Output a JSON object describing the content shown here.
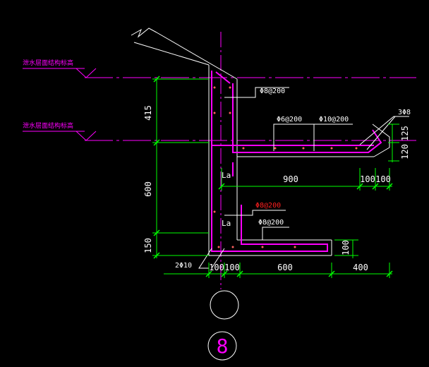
{
  "colors": {
    "background": "#000000",
    "outline": "#ffffff",
    "concrete": "#ff00ff",
    "rebar": "#ff00ff",
    "dimension": "#00ff00",
    "label_text": "#ffffff",
    "highlight_text": "#ff2020",
    "level_text": "#ff00ff"
  },
  "levels": {
    "upper": "泄水层面结构标高",
    "lower": "泄水层面结构标高"
  },
  "rebar_labels": {
    "top_wall": "Φ8@200",
    "beam_distribution": "Φ6@200",
    "beam_main": "Φ10@200",
    "corner_bars": "3Φ8",
    "lower_wall": "Φ8@200",
    "lower_slab": "Φ8@200",
    "bottom_bars": "2Φ10"
  },
  "anchor_labels": {
    "upper": "La",
    "lower": "La"
  },
  "dimensions": {
    "vertical_415": "415",
    "vertical_600": "600",
    "vertical_150": "150",
    "beam_900": "900",
    "beam_end_100_a": "100",
    "beam_end_100_b": "100",
    "side_125": "125",
    "side_120": "120",
    "slab_100_a": "100",
    "slab_100_b": "100",
    "slab_600": "600",
    "slab_400": "400",
    "slab_thickness_100": "100"
  },
  "section_marker": {
    "number": "8"
  }
}
